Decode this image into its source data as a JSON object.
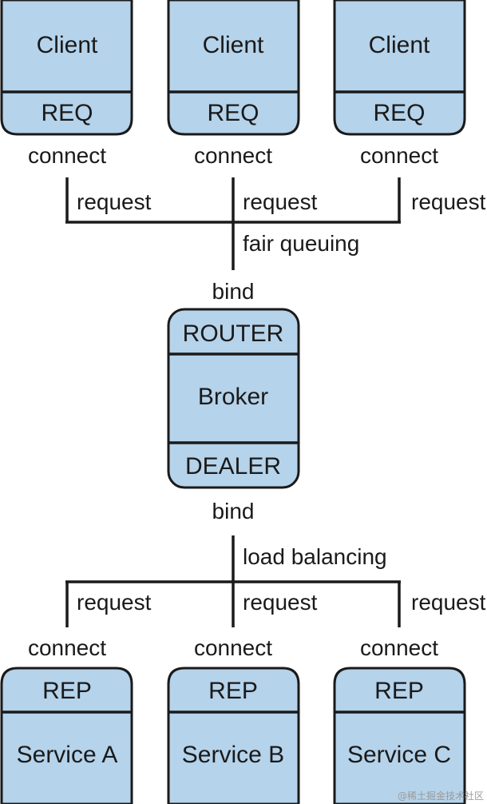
{
  "clients": [
    {
      "title": "Client",
      "socket": "REQ",
      "action": "connect",
      "message": "request"
    },
    {
      "title": "Client",
      "socket": "REQ",
      "action": "connect",
      "message": "request"
    },
    {
      "title": "Client",
      "socket": "REQ",
      "action": "connect",
      "message": "request"
    }
  ],
  "frontend": {
    "strategy": "fair queuing",
    "action": "bind"
  },
  "broker": {
    "top_socket": "ROUTER",
    "title": "Broker",
    "bottom_socket": "DEALER"
  },
  "backend": {
    "action": "bind",
    "strategy": "load balancing"
  },
  "services": [
    {
      "title": "Service A",
      "socket": "REP",
      "action": "connect",
      "message": "request"
    },
    {
      "title": "Service B",
      "socket": "REP",
      "action": "connect",
      "message": "request"
    },
    {
      "title": "Service C",
      "socket": "REP",
      "action": "connect",
      "message": "request"
    }
  ],
  "watermark": "@稀土掘金技术社区",
  "colors": {
    "box_fill": "#b5d3ea",
    "stroke": "#1a1a1a"
  }
}
